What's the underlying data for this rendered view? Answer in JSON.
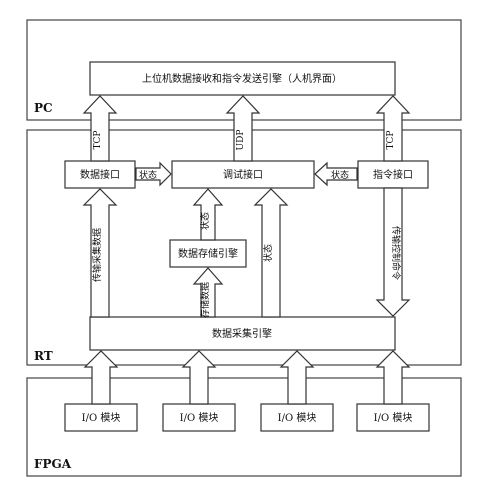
{
  "layers": {
    "pc": "PC",
    "rt": "RT",
    "fpga": "FPGA"
  },
  "boxes": {
    "upper_engine": "上位机数据接收和指令发送引擎（人机界面）",
    "data_interface": "数据接口",
    "debug_interface": "调试接口",
    "command_interface": "指令接口",
    "storage_engine": "数据存储引擎",
    "acquisition_engine": "数据采集引擎",
    "io_modules": [
      "I/O 模块",
      "I/O 模块",
      "I/O 模块",
      "I/O 模块"
    ]
  },
  "arrows": {
    "tcp_left": "TCP",
    "udp": "UDP",
    "tcp_right": "TCP",
    "status_left": "状态",
    "status_right": "状态",
    "storage_status": "状态",
    "storage_data": "存储数据",
    "acq_status": "状态",
    "transfer_acquired_data": "传输采集数据",
    "transfer_control_cmd": "传输控制命令"
  }
}
